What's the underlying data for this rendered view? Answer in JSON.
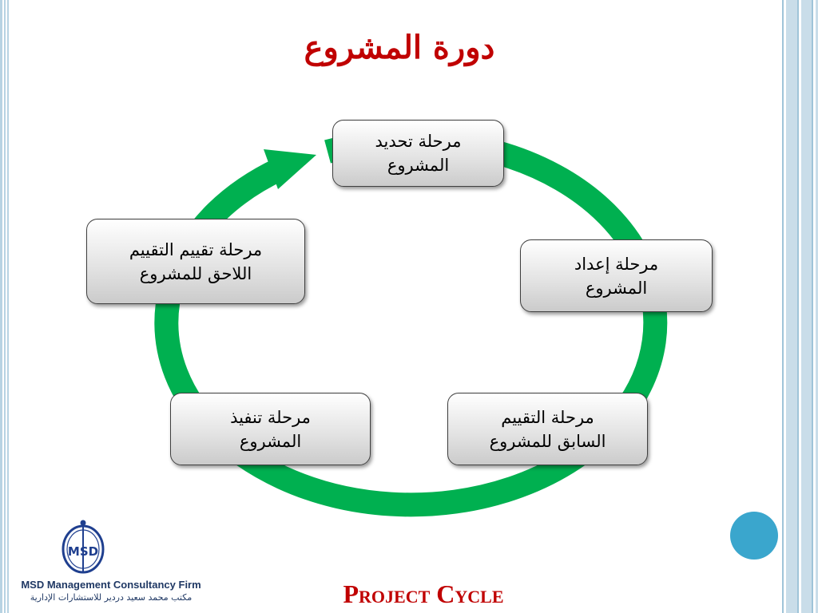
{
  "slide": {
    "title": "دورة المشروع",
    "footer_title": "Project Cycle"
  },
  "cycle": {
    "stages": [
      {
        "line1": "مرحلة تحديد",
        "line2": "المشروع"
      },
      {
        "line1": "مرحلة إعداد",
        "line2": "المشروع"
      },
      {
        "line1": "مرحلة التقييم",
        "line2": "السابق للمشروع"
      },
      {
        "line1": "مرحلة تنفيذ",
        "line2": "المشروع"
      },
      {
        "line1": "مرحلة تقييم التقييم",
        "line2": "اللاحق للمشروع"
      }
    ],
    "arrow_color": "#00b050"
  },
  "branding": {
    "logo_text": "MSD",
    "firm_name_en": "MSD Management Consultancy Firm",
    "firm_name_ar": "مكتب محمد سعيد دردير للاستشارات الإدارية"
  },
  "colors": {
    "title": "#c00000",
    "accent_dot": "#3aa6cd",
    "border_blue": "#9fc4d8"
  }
}
